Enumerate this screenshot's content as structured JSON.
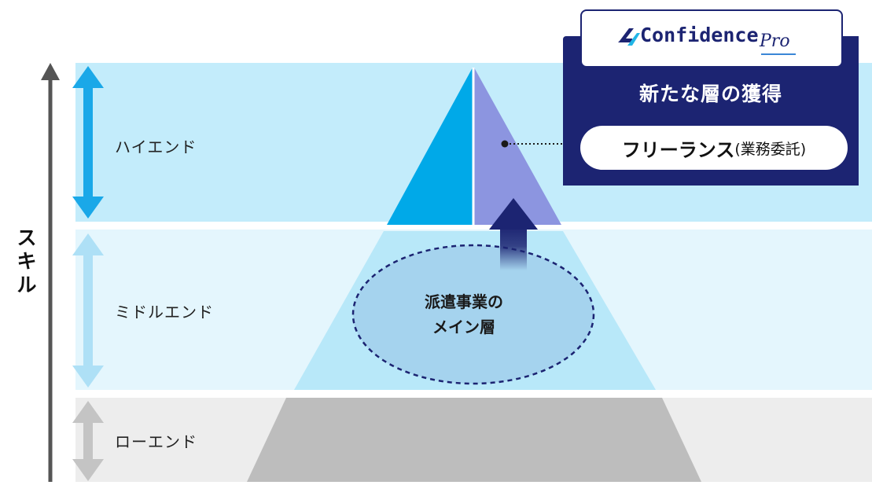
{
  "axis": {
    "label": "スキル"
  },
  "bands": {
    "high": {
      "label": "ハイエンド",
      "arrow_color": "#1aa8e8",
      "bg_color": "#c3ecfb"
    },
    "mid": {
      "label": "ミドルエンド",
      "arrow_color": "#aee0f6",
      "bg_color": "#e4f6fd"
    },
    "low": {
      "label": "ローエンド",
      "arrow_color": "#c4c4c4",
      "bg_color": "#ededed"
    }
  },
  "pyramid": {
    "top_left_color": "#00a9e8",
    "top_right_color": "#8c95e0",
    "middle_color": "#b8e8f9",
    "bottom_color": "#bdbdbd",
    "core_ellipse_color": "#a5d3ee",
    "core_label": [
      "派遣事業の",
      "メイン層"
    ]
  },
  "promo": {
    "brand_name": "Confidence",
    "brand_sub": "Pro",
    "title": "新たな層の獲得",
    "pill_main": "フリーランス",
    "pill_sub": "(業務委託)",
    "panel_color": "#1c2472"
  }
}
